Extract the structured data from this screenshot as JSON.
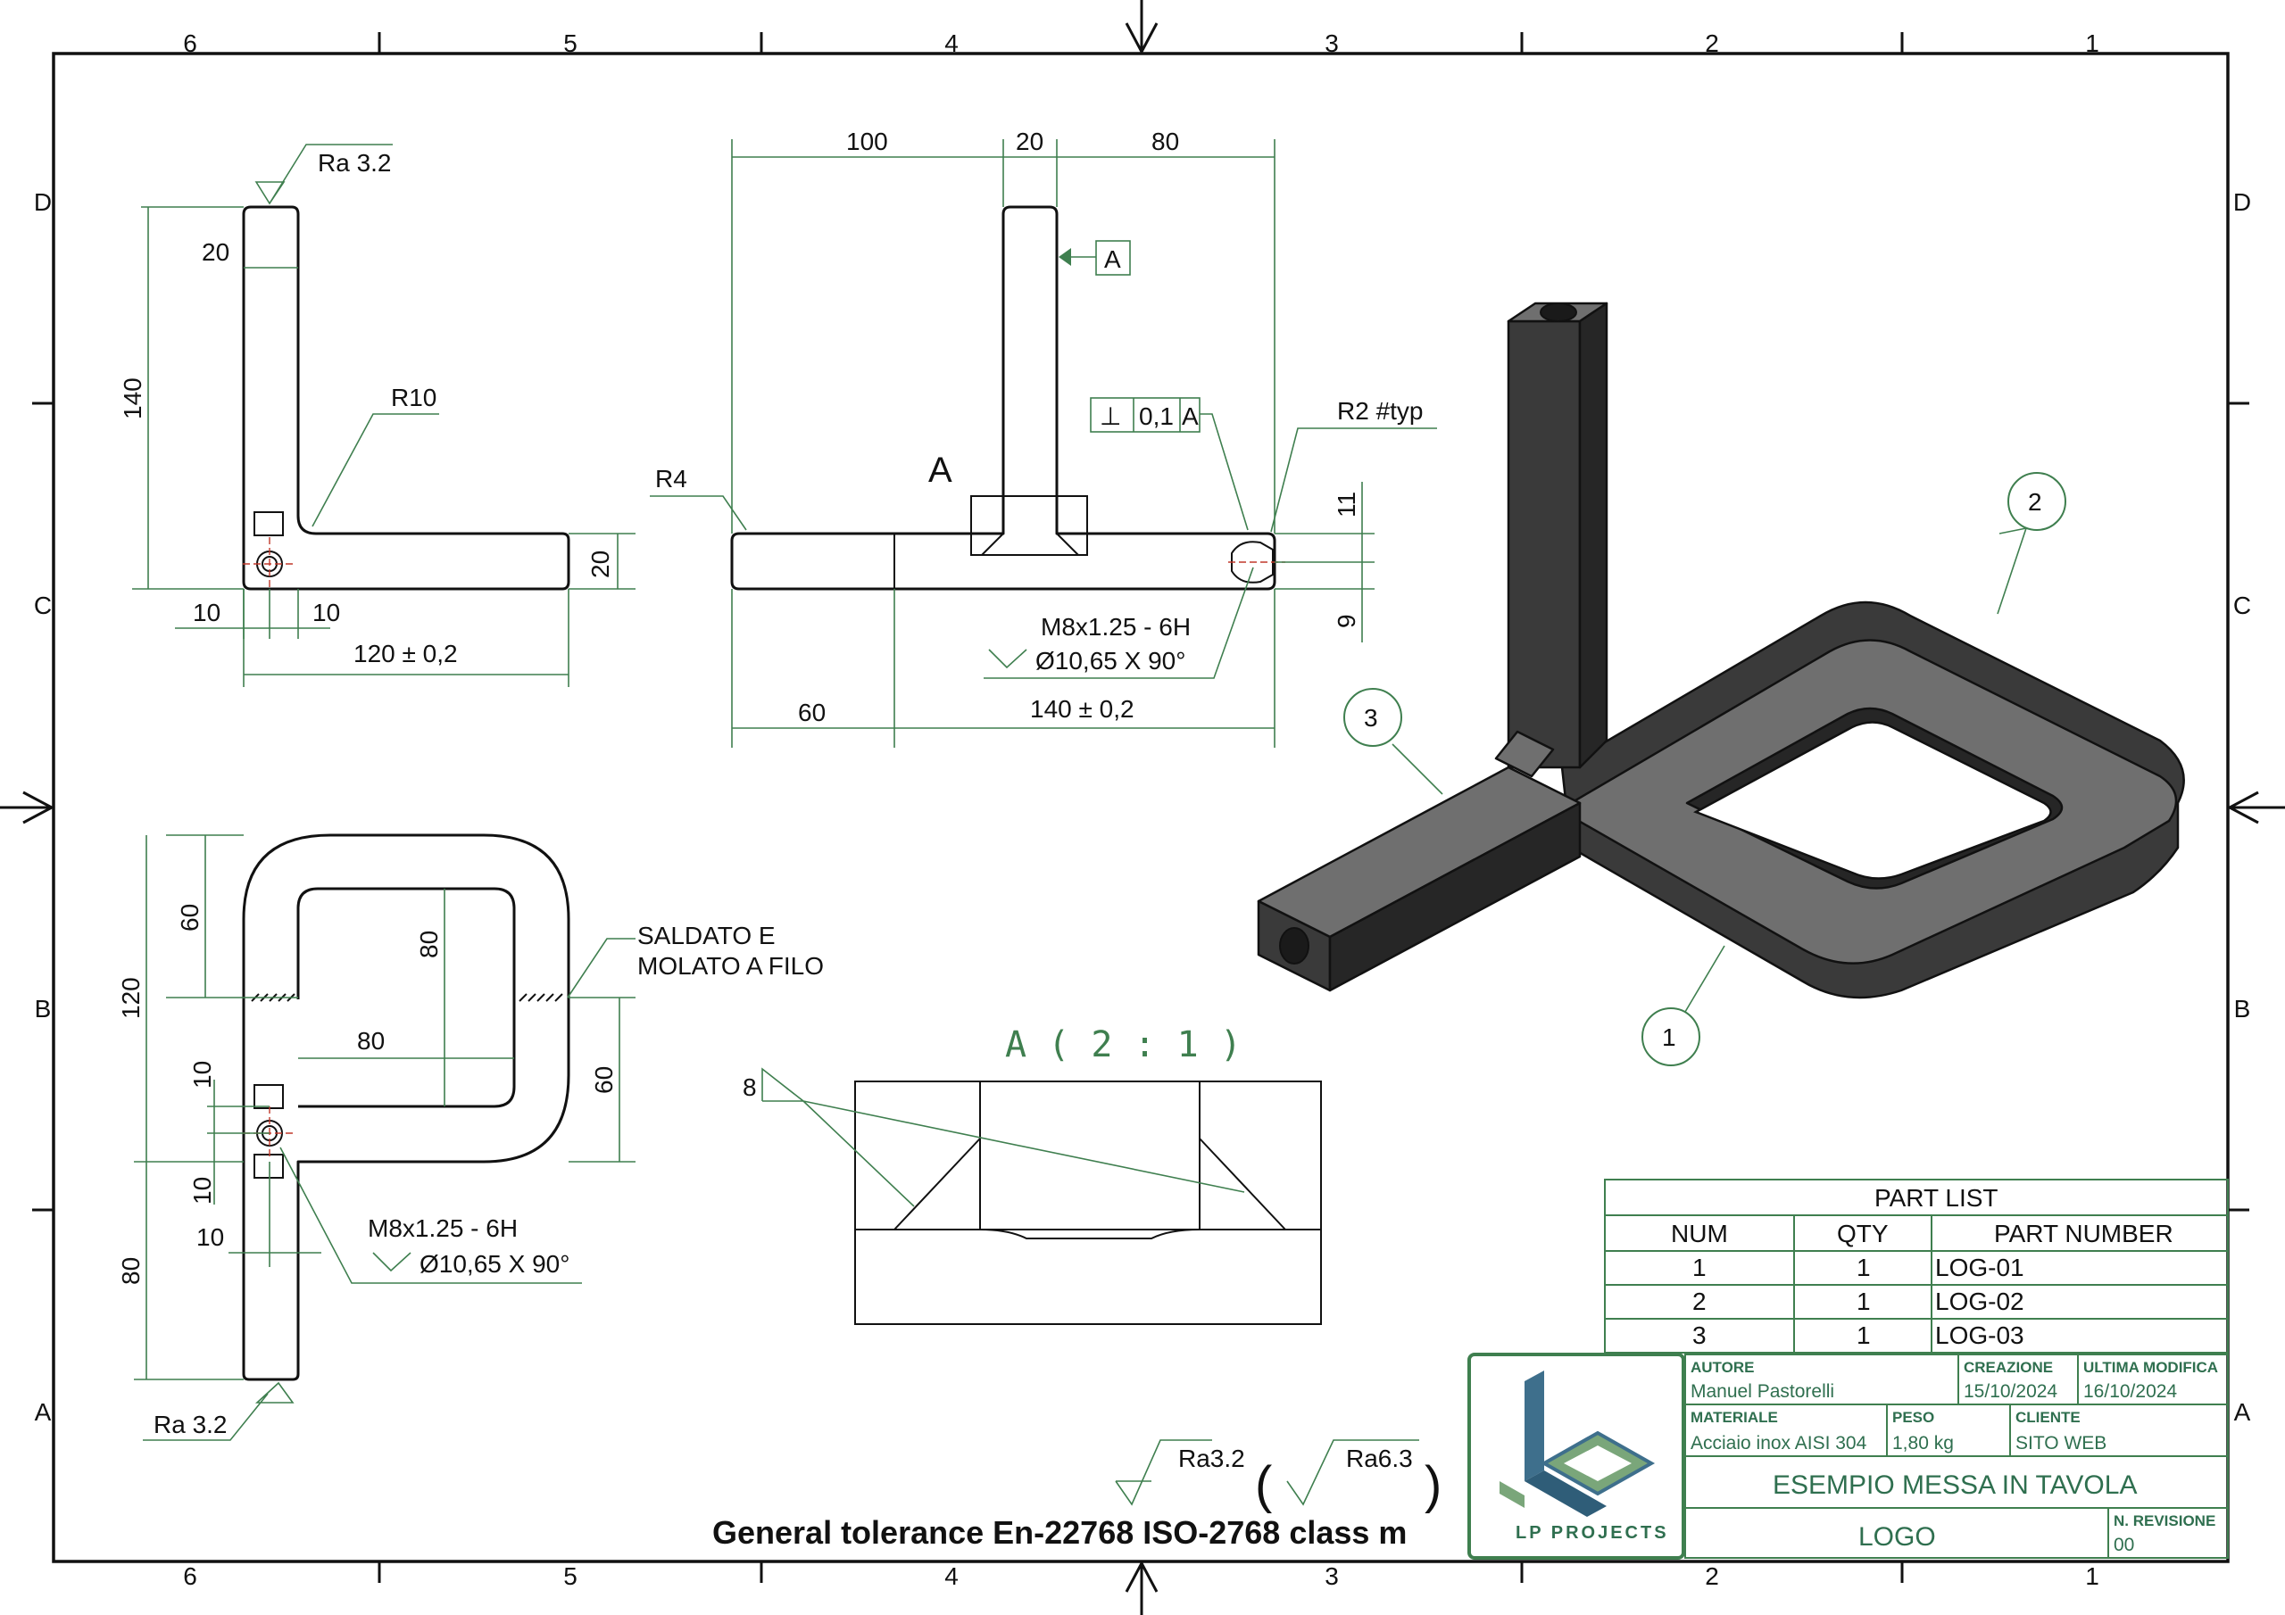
{
  "zones": {
    "columns": [
      "6",
      "5",
      "4",
      "3",
      "2",
      "1"
    ],
    "rows": [
      "D",
      "C",
      "B",
      "A"
    ]
  },
  "front_view": {
    "roughness": "Ra 3.2",
    "dim_width": "20",
    "dim_height": "140",
    "radius": "R10",
    "dim_left": "10",
    "dim_right": "10",
    "dim_thickness": "20",
    "dim_length": "120 ± 0,2"
  },
  "side_view": {
    "dim_a": "100",
    "dim_b": "20",
    "dim_c": "80",
    "datum": "A",
    "perp_symbol": "⊥",
    "perp_tol": "0,1",
    "perp_datum": "A",
    "radius_typ": "R2 #typ",
    "radius_left": "R4",
    "detail_label": "A",
    "dim_v1": "11",
    "dim_v2": "9",
    "thread_note": "M8x1.25 - 6H",
    "csk_note": "Ø10,65 X 90°",
    "dim_bottom_left": "60",
    "dim_bottom_right": "140 ± 0,2"
  },
  "top_view": {
    "dim_60a": "60",
    "dim_120": "120",
    "dim_80_inner": "80",
    "dim_80_horiz": "80",
    "dim_60b": "60",
    "dim_10a": "10",
    "dim_10b": "10",
    "dim_10c": "10",
    "dim_80_bottom": "80",
    "weld_note_1": "SALDATO E",
    "weld_note_2": "MOLATO A FILO",
    "thread_note": "M8x1.25 - 6H",
    "csk_note": "Ø10,65 X 90°",
    "roughness": "Ra 3.2"
  },
  "detail_view": {
    "title": "A ( 2 : 1 )",
    "weld_size": "8"
  },
  "balloons": [
    "1",
    "2",
    "3"
  ],
  "surface": {
    "main": "Ra3.2",
    "other": "Ra6.3",
    "open_paren": "(",
    "close_paren": ")"
  },
  "general_tolerance": "General tolerance En-22768 ISO-2768 class m",
  "part_list": {
    "title": "PART LIST",
    "headers": [
      "NUM",
      "QTY",
      "PART NUMBER"
    ],
    "rows": [
      [
        "1",
        "1",
        "LOG-01"
      ],
      [
        "2",
        "1",
        "LOG-02"
      ],
      [
        "3",
        "1",
        "LOG-03"
      ]
    ]
  },
  "title_block": {
    "author_label": "AUTORE",
    "author": "Manuel Pastorelli",
    "created_label": "CREAZIONE",
    "created": "15/10/2024",
    "modified_label": "ULTIMA MODIFICA",
    "modified": "16/10/2024",
    "material_label": "MATERIALE",
    "material": "Acciaio inox AISI 304",
    "weight_label": "PESO",
    "weight": "1,80 kg",
    "client_label": "CLIENTE",
    "client": "SITO WEB",
    "drawing_title": "ESEMPIO MESSA IN TAVOLA",
    "drawing_name": "LOGO",
    "revision_label": "N. REVISIONE",
    "revision": "00",
    "logo_text": "LP PROJECTS"
  },
  "colors": {
    "dimension": "#3f7f4f",
    "title_text": "#2f6f4f",
    "part_dark": "#3a3a3a",
    "part_light": "#6f6f6f"
  }
}
